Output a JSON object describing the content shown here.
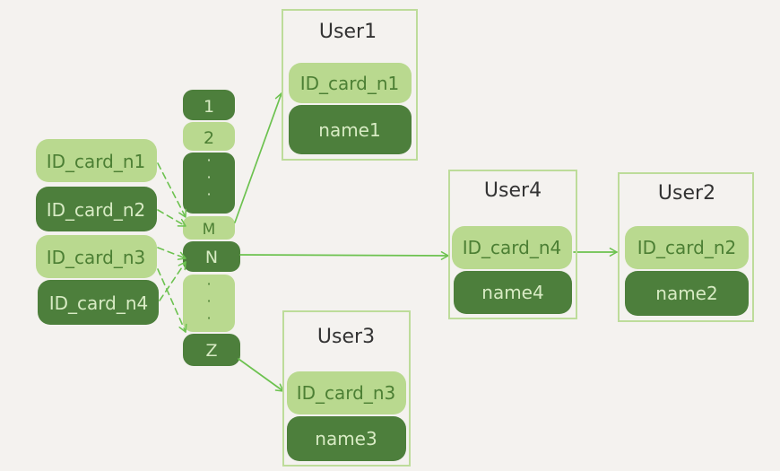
{
  "keys": [
    "ID_card_n1",
    "ID_card_n2",
    "ID_card_n3",
    "ID_card_n4"
  ],
  "buckets": [
    "1",
    "2",
    "·",
    "·",
    "·",
    "M",
    "N",
    "·",
    "·",
    "·",
    "Z"
  ],
  "users": [
    {
      "title": "User1",
      "key": "ID_card_n1",
      "name": "name1"
    },
    {
      "title": "User3",
      "key": "ID_card_n3",
      "name": "name3"
    },
    {
      "title": "User4",
      "key": "ID_card_n4",
      "name": "name4"
    },
    {
      "title": "User2",
      "key": "ID_card_n2",
      "name": "name2"
    }
  ],
  "colors": {
    "light_green": "#b9d98f",
    "dark_green": "#4d7f3c",
    "light_text": "#4c7f34",
    "dark_text": "#d8ebc4",
    "box_border": "#bddc9a",
    "arrow": "#6cc24f",
    "title_text": "#333333"
  }
}
